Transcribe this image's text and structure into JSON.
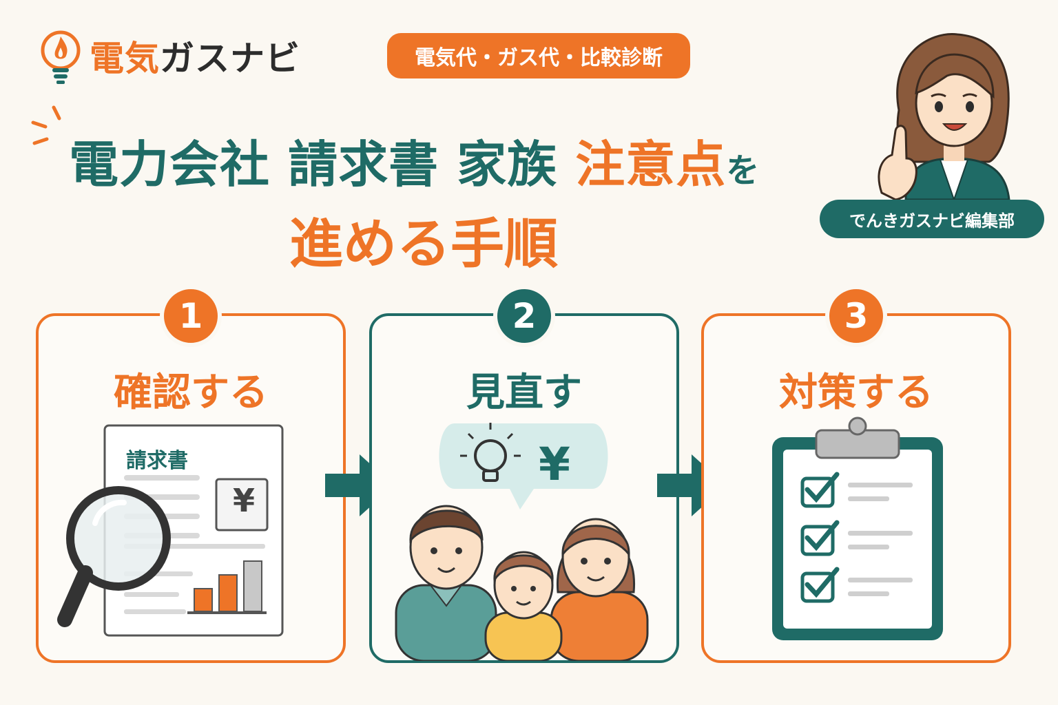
{
  "header": {
    "logo_part1": "電気",
    "logo_part2": "ガスナビ",
    "tag": "電気代・ガス代・比較診断",
    "logo_icon": "flame-bulb-icon"
  },
  "title": {
    "part1": "電力会社 請求書 家族 ",
    "highlight": "注意点",
    "particle": "を",
    "line2": "進める手順"
  },
  "editor": {
    "label": "でんきガスナビ編集部"
  },
  "steps": [
    {
      "number": "1",
      "label": "確認する",
      "icon": "invoice-magnifier-icon"
    },
    {
      "number": "2",
      "label": "見直す",
      "icon": "family-discussion-icon"
    },
    {
      "number": "3",
      "label": "対策する",
      "icon": "clipboard-checklist-icon"
    }
  ],
  "illustration": {
    "invoice_title": "請求書",
    "yen": "¥"
  },
  "colors": {
    "orange": "#ee7427",
    "teal": "#1f6b66",
    "background": "#fbf8f2"
  }
}
